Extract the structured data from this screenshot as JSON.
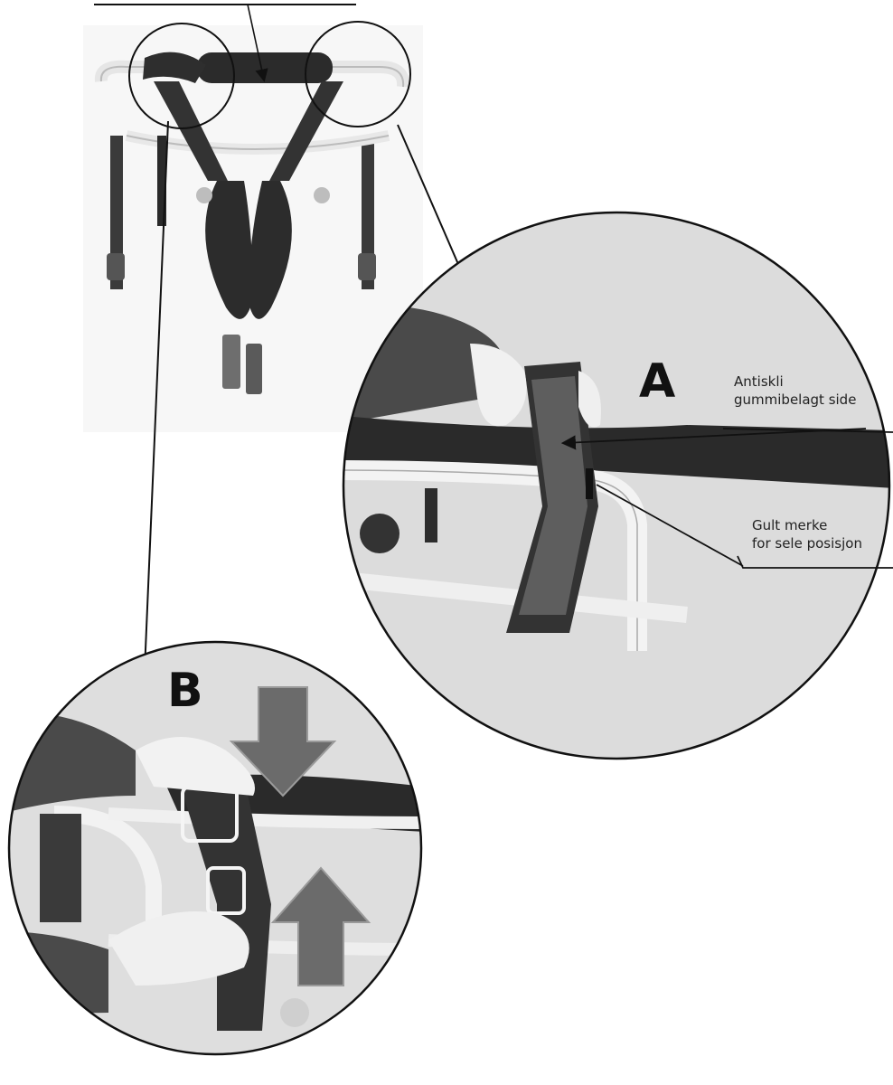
{
  "labels": {
    "detail_a": "A",
    "detail_b": "B"
  },
  "callouts": {
    "antiskid": [
      "Antiskli",
      "gummibelagt side"
    ],
    "yellow_mark": [
      "Gult merke",
      "for sele posisjon"
    ]
  },
  "icons": {
    "arrow": "press-down-arrow-icon",
    "arrow_up": "press-up-arrow-icon"
  },
  "colors": {
    "line": "#111111",
    "pad": "#2b2b2b",
    "frame": "#f2f2f2",
    "arrow_fill": "#6b6b6b",
    "photo_bg": "#d9d9d9"
  }
}
